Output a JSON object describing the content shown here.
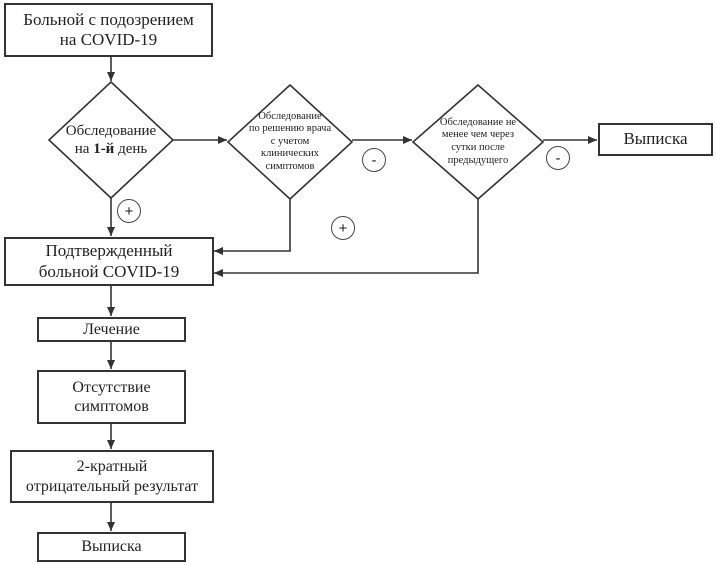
{
  "nodes": {
    "start": "Больной с подозрением\nна COVID-19",
    "exam_day1_prefix": "Обследование\nна ",
    "exam_day1_bold": "1-й",
    "exam_day1_suffix": " день",
    "exam_doctor": "Обследование\nпо решению врача\nс учетом\nклинических\nсимптомов",
    "exam_next": "Обследование не\nменее чем через\nсутки после\nпредыдущего",
    "discharge_top": "Выписка",
    "confirmed": "Подтвержденный\nбольной COVID-19",
    "treatment": "Лечение",
    "no_symptoms": "Отсутствие\nсимптомов",
    "double_negative": "2-кратный\nотрицательный результат",
    "discharge_bottom": "Выписка"
  },
  "signs": {
    "plus_day1": "+",
    "minus_doctor": "-",
    "plus_doctor": "+",
    "minus_next": "-"
  },
  "colors": {
    "stroke": "#333333",
    "fill": "#ffffff",
    "text": "#222222"
  }
}
